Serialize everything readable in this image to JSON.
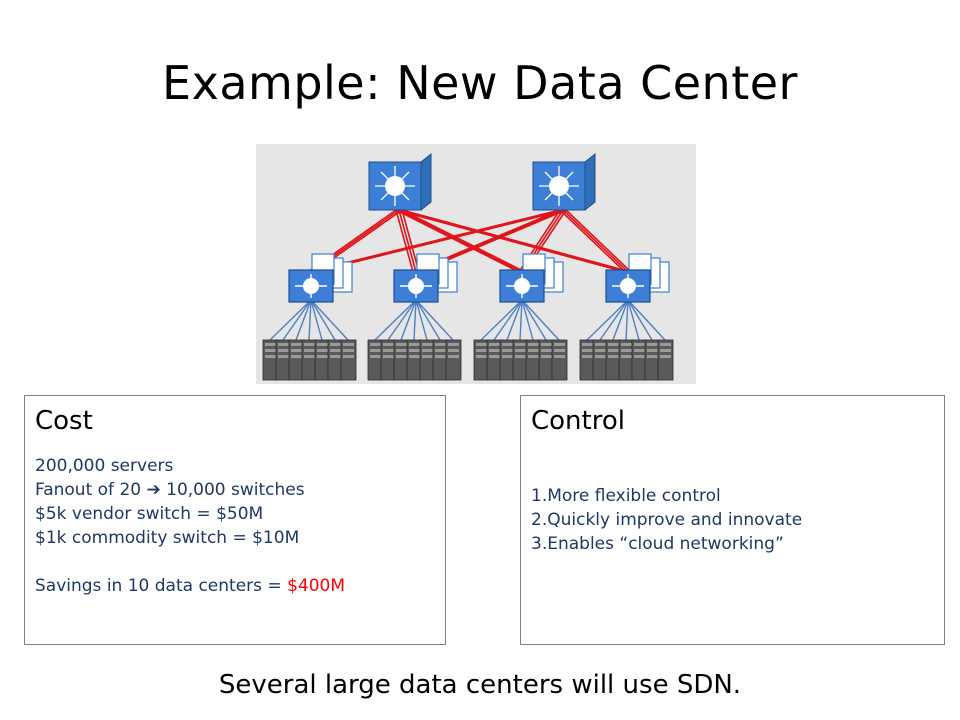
{
  "title": "Example: New Data Center",
  "cost": {
    "heading": "Cost",
    "line1": "200,000 servers",
    "line2_before": "Fanout of 20",
    "line2_after": "10,000 switches",
    "line3": "$5k vendor switch = $50M",
    "line4": "$1k commodity switch = $10M",
    "savings_label": "Savings in 10 data centers =",
    "savings_value": "$400M",
    "arrow_icon": "right-arrow-icon"
  },
  "control": {
    "heading": "Control",
    "items": [
      "1.More flexible control",
      "2.Quickly improve and innovate",
      "3.Enables “cloud networking”"
    ]
  },
  "footer": "Several large data centers will use SDN.",
  "diagram": {
    "icons": [
      "core-switch-icon",
      "aggregation-switch-icon",
      "server-rack-icon"
    ],
    "colors": {
      "link_red": "#e0151b",
      "link_blue": "#4f7fc4",
      "switch_blue": "#3d7fd6",
      "background": "#e5e5e5"
    }
  }
}
